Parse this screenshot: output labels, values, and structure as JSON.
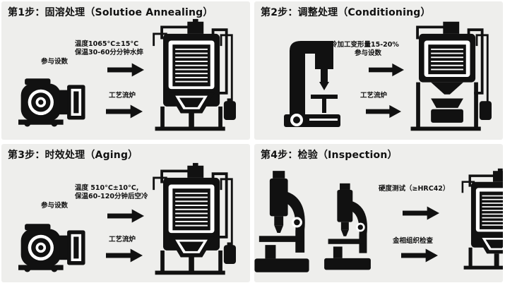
{
  "steps": [
    {
      "title": "第1步：固溶处理（Solutioe Annealing）",
      "params_lines": [
        "温度1065°C±15°C",
        "保温30-60分分钟水焠"
      ],
      "params_label": "参与设数",
      "process_label": "工艺流炉"
    },
    {
      "title": "第2步：调整处理（Conditioning）",
      "params_lines": [
        "冷加工变形量15-20%",
        "参与设数"
      ],
      "process_label": "工艺流炉"
    },
    {
      "title": "第3步：时效处理（Aging）",
      "params_lines": [
        "温度 510°C±10°C,",
        "保温60-120分钟后空冷"
      ],
      "params_label": "参与设数",
      "process_label": "工艺流炉"
    },
    {
      "title": "第4步：检验（Inspection）",
      "hardness_label": "硬度测试（≥HRC42）",
      "metallo_label": "金相组织检查"
    }
  ],
  "colors": {
    "panel_bg": "#eeeeec",
    "ink": "#111111"
  },
  "icons": [
    "vacuum-pump-icon",
    "furnace-icon",
    "press-icon",
    "microscope-icon",
    "arrow-right-icon"
  ]
}
